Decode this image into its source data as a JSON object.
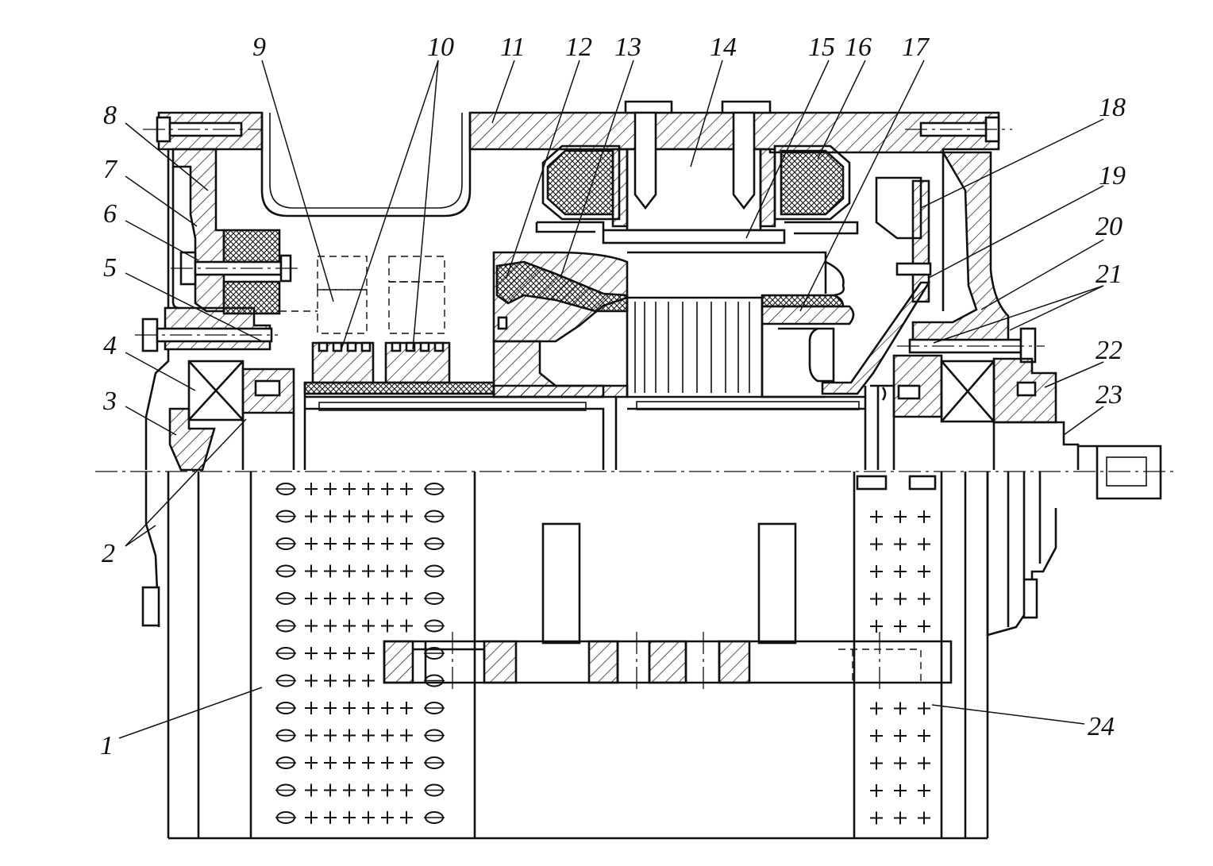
{
  "figure": {
    "callouts": [
      "1",
      "2",
      "3",
      "4",
      "5",
      "6",
      "7",
      "8",
      "9",
      "10",
      "11",
      "12",
      "13",
      "14",
      "15",
      "16",
      "17",
      "18",
      "19",
      "20",
      "21",
      "22",
      "23",
      "24"
    ]
  },
  "colors": {
    "ink": "#111111",
    "paper": "#ffffff"
  }
}
